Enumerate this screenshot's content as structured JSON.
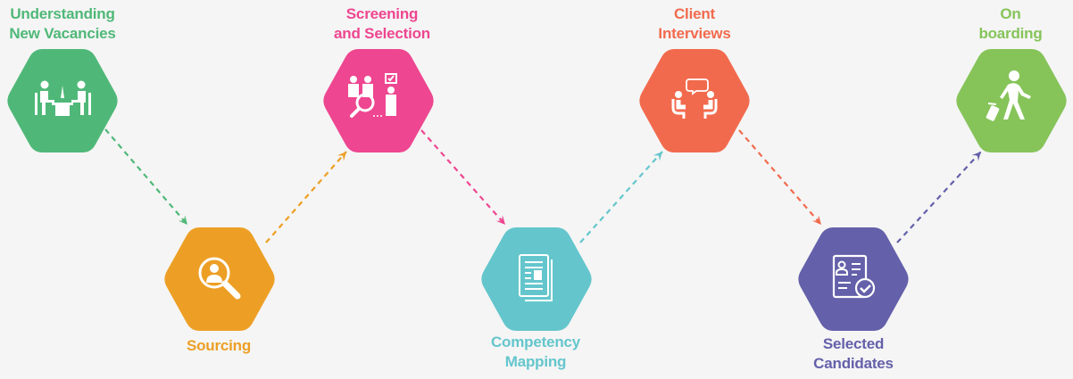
{
  "title": "Recruitment Process",
  "steps": [
    {
      "id": "understanding",
      "lines": [
        "Understanding",
        "New Vacancies"
      ],
      "color": "#4fb878",
      "icon": "meeting-desk-icon"
    },
    {
      "id": "sourcing",
      "lines": [
        "Sourcing"
      ],
      "color": "#ed9f25",
      "icon": "search-person-icon"
    },
    {
      "id": "screening",
      "lines": [
        "Screening",
        "and Selection"
      ],
      "color": "#ee4690",
      "icon": "candidate-selection-icon"
    },
    {
      "id": "competency",
      "lines": [
        "Competency",
        "Mapping"
      ],
      "color": "#64c6cc",
      "icon": "documents-icon"
    },
    {
      "id": "interviews",
      "lines": [
        "Client",
        "Interviews"
      ],
      "color": "#f26a4d",
      "icon": "interview-chat-icon"
    },
    {
      "id": "selected",
      "lines": [
        "Selected",
        "Candidates"
      ],
      "color": "#6460aa",
      "icon": "resume-check-icon"
    },
    {
      "id": "onboarding",
      "lines": [
        "On",
        "boarding"
      ],
      "color": "#86c45a",
      "icon": "traveler-luggage-icon"
    }
  ],
  "connectors": [
    {
      "from": "understanding",
      "to": "sourcing",
      "color": "#4fb878"
    },
    {
      "from": "sourcing",
      "to": "screening",
      "color": "#ed9f25"
    },
    {
      "from": "screening",
      "to": "competency",
      "color": "#ee4690"
    },
    {
      "from": "competency",
      "to": "interviews",
      "color": "#64c6cc"
    },
    {
      "from": "interviews",
      "to": "selected",
      "color": "#f26a4d"
    },
    {
      "from": "selected",
      "to": "onboarding",
      "color": "#6460aa"
    }
  ]
}
